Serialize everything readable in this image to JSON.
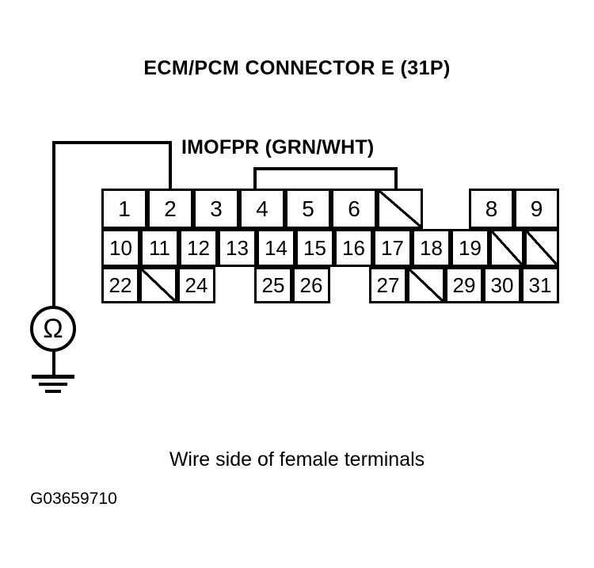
{
  "diagram": {
    "title": "ECM/PCM CONNECTOR E (31P)",
    "wire_label": "IMOFPR (GRN/WHT)",
    "caption": "Wire side of female terminals",
    "figure_code": "G03659710",
    "meter_symbol": "Ω",
    "meter_name": "ohmmeter",
    "line_color": "#000000",
    "background_color": "#ffffff"
  },
  "connector": {
    "name": "ECM/PCM Connector E",
    "pin_count": "31P",
    "rows": [
      {
        "id": "row-1",
        "cells": [
          {
            "label": "1",
            "type": "pin"
          },
          {
            "label": "2",
            "type": "pin"
          },
          {
            "label": "3",
            "type": "pin"
          },
          {
            "label": "4",
            "type": "pin"
          },
          {
            "label": "5",
            "type": "pin"
          },
          {
            "label": "6",
            "type": "pin"
          },
          {
            "label": "",
            "type": "empty"
          },
          {
            "label": "8",
            "type": "pin"
          },
          {
            "label": "9",
            "type": "pin"
          }
        ]
      },
      {
        "id": "row-2",
        "cells": [
          {
            "label": "10",
            "type": "pin"
          },
          {
            "label": "11",
            "type": "pin"
          },
          {
            "label": "12",
            "type": "pin"
          },
          {
            "label": "13",
            "type": "pin"
          },
          {
            "label": "14",
            "type": "pin"
          },
          {
            "label": "15",
            "type": "pin"
          },
          {
            "label": "16",
            "type": "pin"
          },
          {
            "label": "17",
            "type": "pin"
          },
          {
            "label": "18",
            "type": "pin"
          },
          {
            "label": "19",
            "type": "pin"
          },
          {
            "label": "",
            "type": "empty"
          },
          {
            "label": "",
            "type": "empty"
          }
        ]
      },
      {
        "id": "row-3",
        "cells": [
          {
            "label": "22",
            "type": "pin"
          },
          {
            "label": "",
            "type": "empty"
          },
          {
            "label": "24",
            "type": "pin"
          },
          {
            "label": "25",
            "type": "pin"
          },
          {
            "label": "26",
            "type": "pin"
          },
          {
            "label": "27",
            "type": "pin"
          },
          {
            "label": "",
            "type": "empty"
          },
          {
            "label": "29",
            "type": "pin"
          },
          {
            "label": "30",
            "type": "pin"
          },
          {
            "label": "31",
            "type": "pin"
          }
        ]
      }
    ]
  }
}
